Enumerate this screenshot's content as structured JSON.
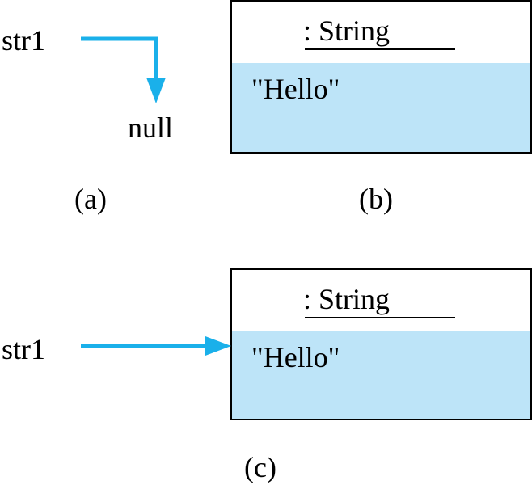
{
  "panel_a": {
    "variable_label": "str1",
    "null_label": "null",
    "caption": "(a)"
  },
  "panel_b": {
    "class_name": ": String",
    "value": "\"Hello\"",
    "caption": "(b)"
  },
  "panel_c": {
    "variable_label": "str1",
    "class_name": ": String",
    "value": "\"Hello\"",
    "caption": "(c)"
  },
  "colors": {
    "arrow": "#1ab0ea",
    "object_fill": "#bde4f8",
    "outline": "#000000"
  }
}
